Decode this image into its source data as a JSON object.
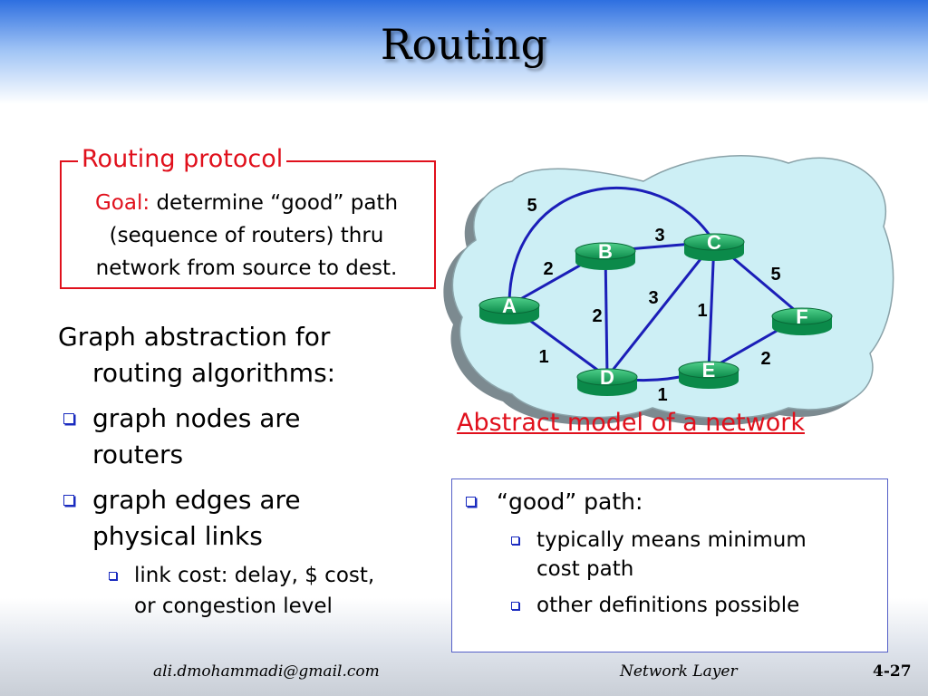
{
  "slide": {
    "title": "Routing"
  },
  "protocol_box": {
    "label": "Routing protocol",
    "goal_label": "Goal:",
    "goal_text_1": "determine “good” path",
    "goal_text_2": "(sequence of routers) thru",
    "goal_text_3": "network from source to dest."
  },
  "left": {
    "intro_1": "Graph abstraction for",
    "intro_2": "routing algorithms:",
    "bullets": [
      {
        "line1": "graph nodes are",
        "line2": "routers"
      },
      {
        "line1": "graph edges are",
        "line2": "physical links"
      }
    ],
    "sub_bullets": [
      {
        "line1": "link cost: delay, $ cost,",
        "line2": "or congestion level"
      }
    ]
  },
  "network": {
    "caption": "Abstract model of a network",
    "cloud_color": "#cdeff5",
    "router_color": "#0b8a4a",
    "nodes": [
      "A",
      "B",
      "C",
      "D",
      "E",
      "F"
    ],
    "edges": [
      {
        "from": "A",
        "to": "B",
        "cost": "2"
      },
      {
        "from": "A",
        "to": "D",
        "cost": "1"
      },
      {
        "from": "A",
        "to": "C",
        "cost": "5"
      },
      {
        "from": "B",
        "to": "C",
        "cost": "3"
      },
      {
        "from": "B",
        "to": "D",
        "cost": "2"
      },
      {
        "from": "D",
        "to": "C",
        "cost": "3"
      },
      {
        "from": "C",
        "to": "E",
        "cost": "1"
      },
      {
        "from": "C",
        "to": "F",
        "cost": "5"
      },
      {
        "from": "D",
        "to": "E",
        "cost": "1"
      },
      {
        "from": "E",
        "to": "F",
        "cost": "2"
      }
    ]
  },
  "good_path": {
    "heading": "“good” path:",
    "items": [
      {
        "line1": "typically means minimum",
        "line2": "cost path"
      },
      {
        "line1": "other definitions possible"
      }
    ]
  },
  "footer": {
    "email": "ali.dmohammadi@gmail.com",
    "section": "Network Layer",
    "page": "4-27"
  }
}
